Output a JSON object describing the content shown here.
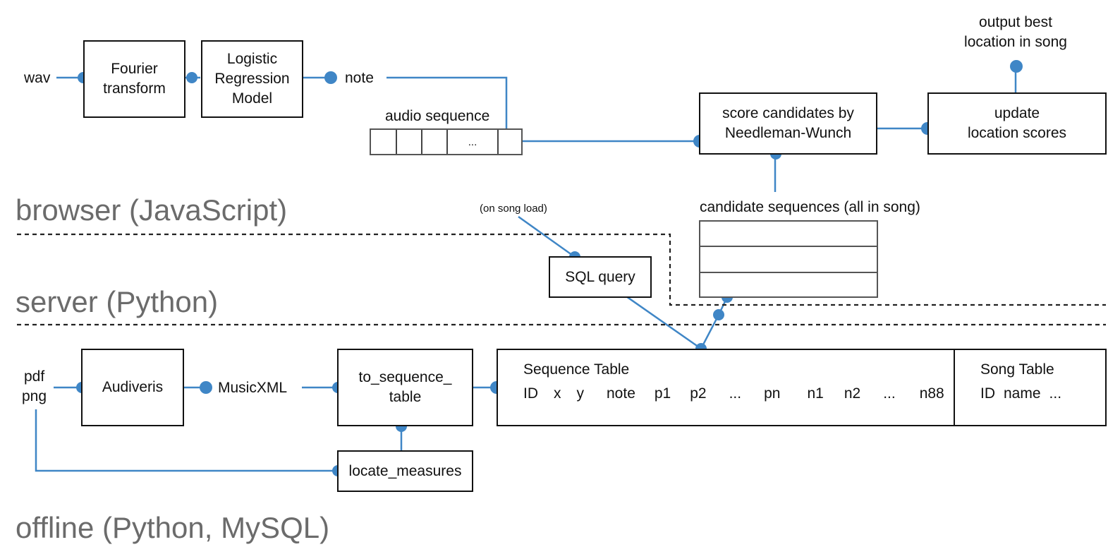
{
  "tiers": {
    "browser": "browser (JavaScript)",
    "server": "server (Python)",
    "offline": "offline (Python, MySQL)"
  },
  "browser": {
    "wav": "wav",
    "fourier": "Fourier\ntransform",
    "logistic": "Logistic\nRegression\nModel",
    "note": "note",
    "audio_sequence_label": "audio sequence",
    "audio_sequence_ellipsis": "...",
    "score_candidates": "score candidates by\nNeedleman-Wunch",
    "update_scores": "update\nlocation scores",
    "output_best": "output best\nlocation in song",
    "candidate_sequences_label": "candidate sequences (all in song)"
  },
  "server": {
    "on_song_load": "(on song load)",
    "sql_query": "SQL query"
  },
  "offline": {
    "pdf": "pdf",
    "png": "png",
    "audiveris": "Audiveris",
    "musicxml": "MusicXML",
    "to_sequence_table": "to_sequence_\ntable",
    "locate_measures": "locate_measures",
    "sequence_table_title": "Sequence Table",
    "sequence_table_columns": [
      "ID",
      "x",
      "y",
      "note",
      "p1",
      "p2",
      "...",
      "pn",
      "n1",
      "n2",
      "...",
      "n88"
    ],
    "song_table_title": "Song Table",
    "song_table_columns": [
      "ID",
      "name",
      "..."
    ]
  },
  "colors": {
    "connector": "#3f86c6",
    "box_border": "#111111",
    "tier_text": "#6b6b6b"
  }
}
